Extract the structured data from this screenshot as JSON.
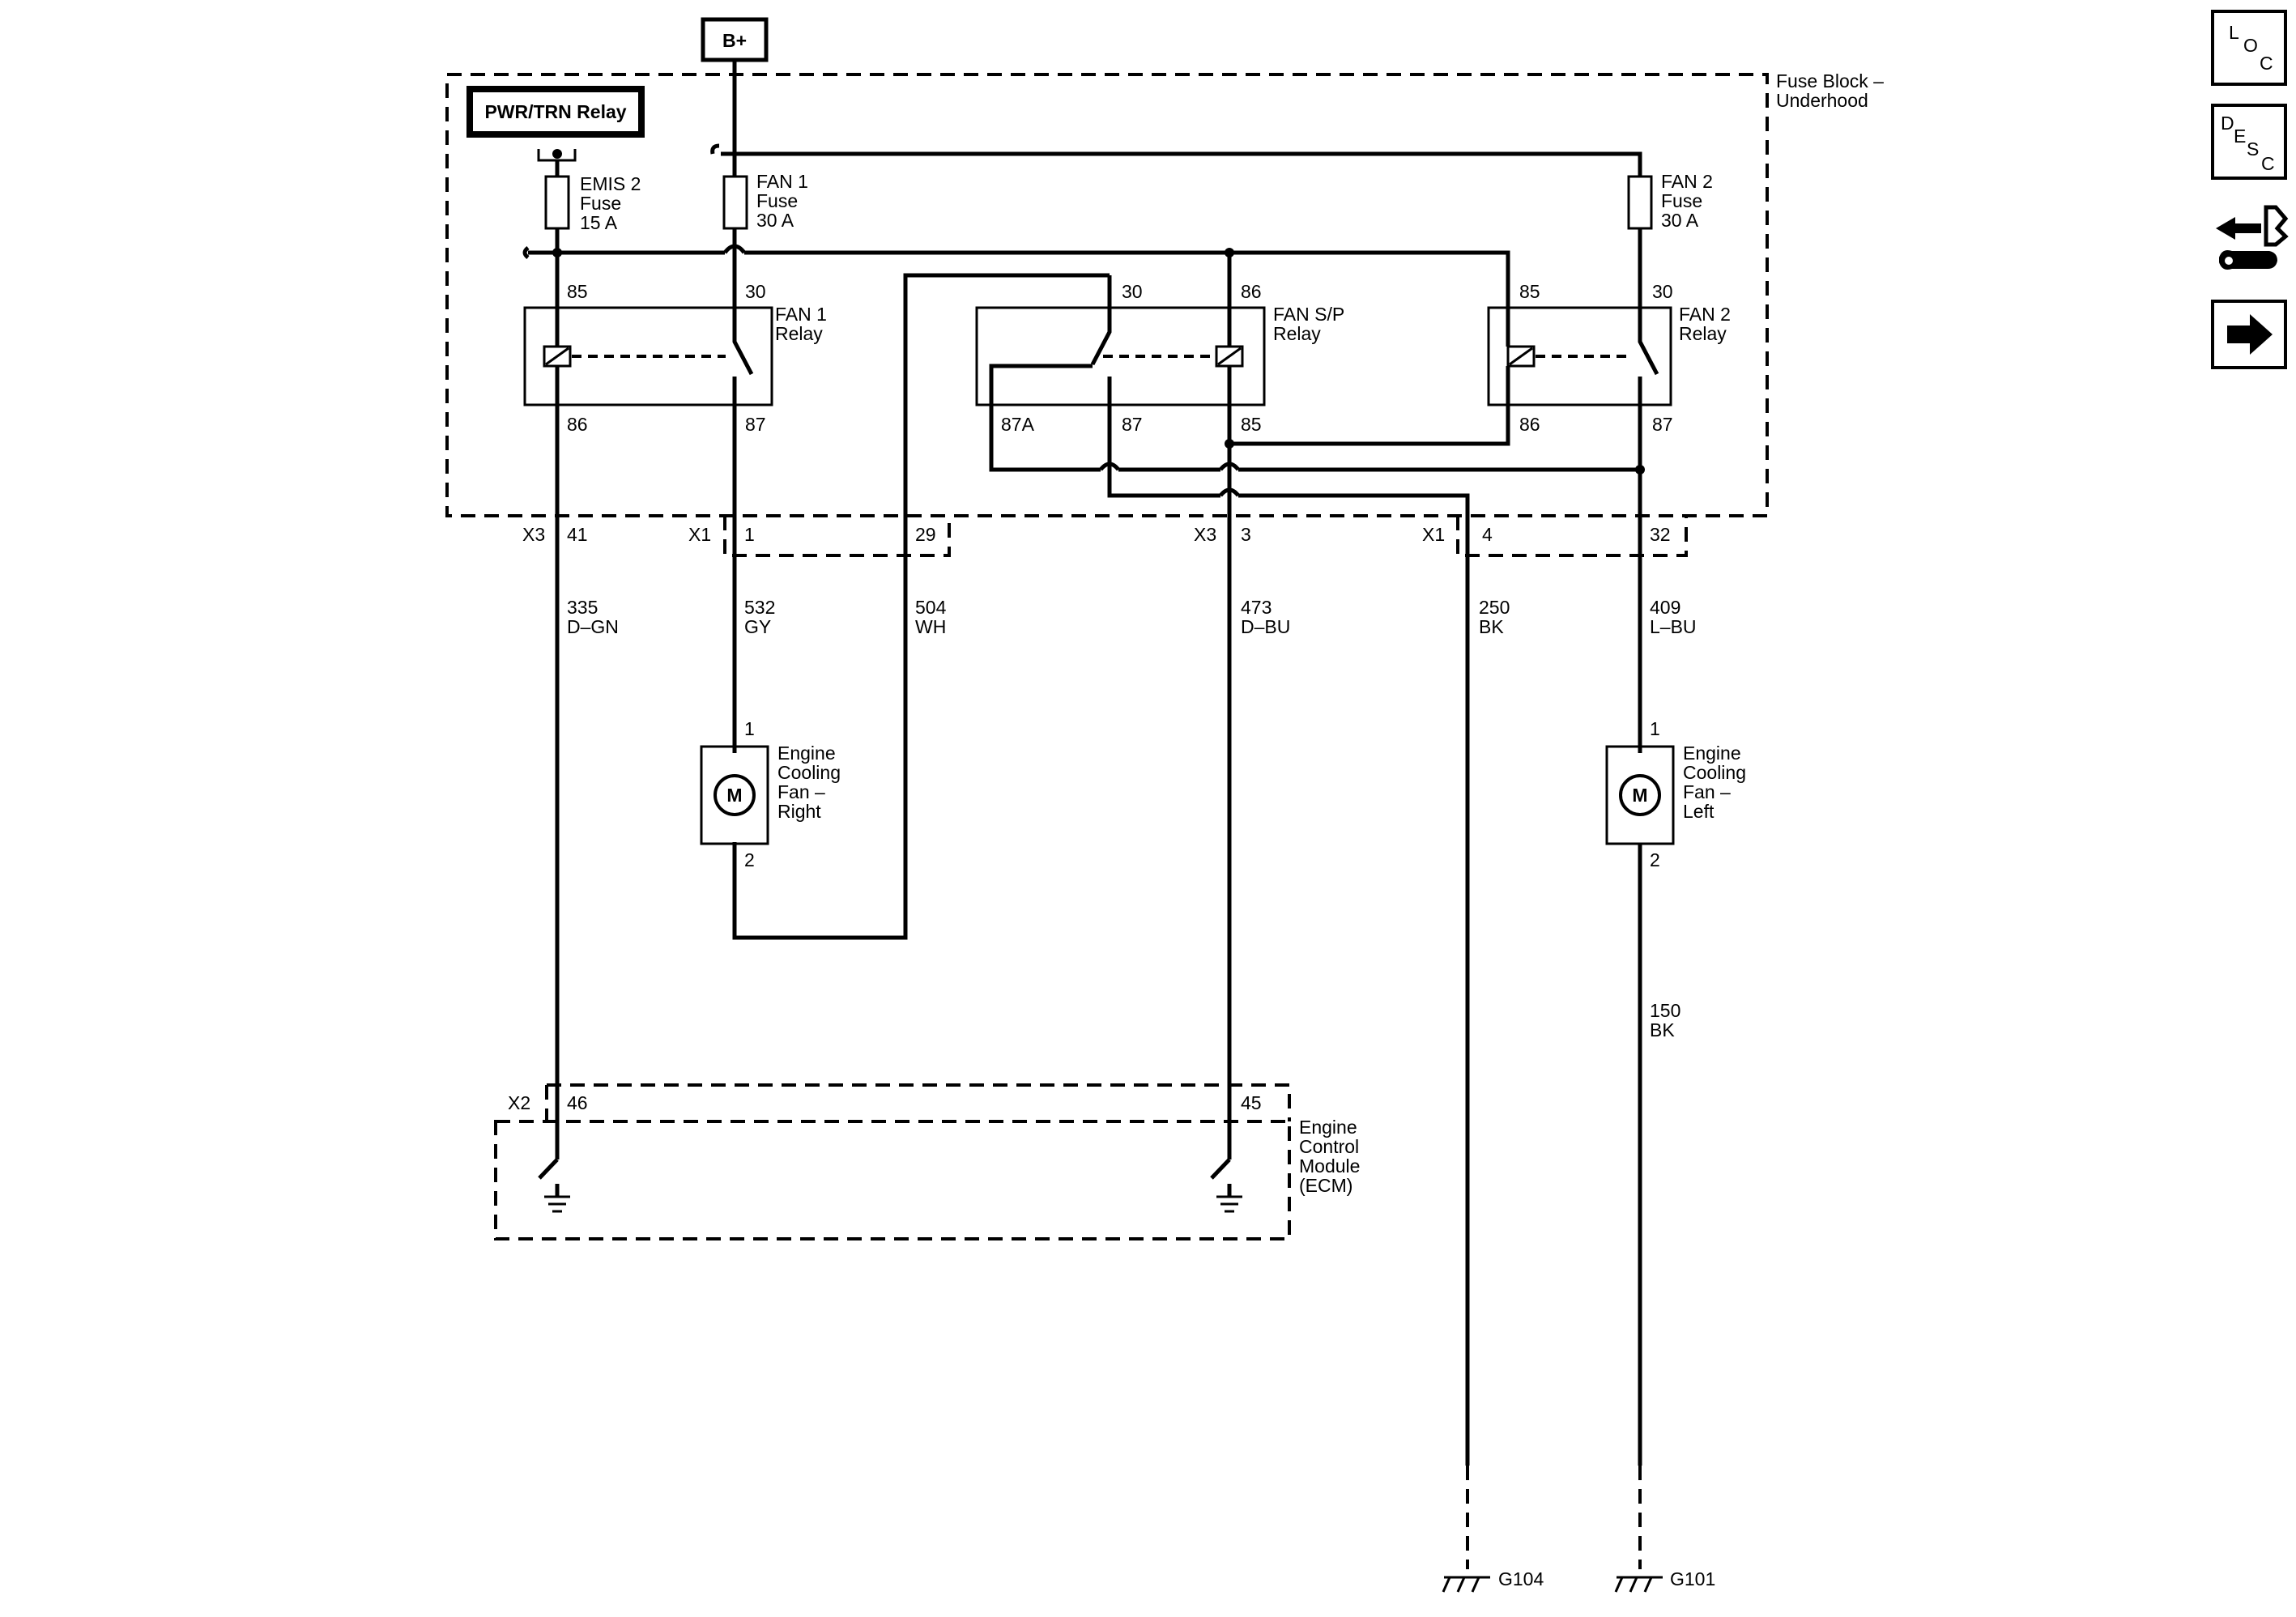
{
  "fuse_block": {
    "name_line1": "Fuse Block –",
    "name_line2": "Underhood"
  },
  "supply": {
    "label": "B+"
  },
  "pwr_trn_relay": {
    "label": "PWR/TRN Relay"
  },
  "fuses": {
    "emis2": {
      "line1": "EMIS 2",
      "line2": "Fuse",
      "line3": "15 A"
    },
    "fan1": {
      "line1": "FAN 1",
      "line2": "Fuse",
      "line3": "30 A"
    },
    "fan2": {
      "line1": "FAN 2",
      "line2": "Fuse",
      "line3": "30 A"
    }
  },
  "relays": {
    "fan1": {
      "line1": "FAN 1",
      "line2": "Relay",
      "pins": {
        "p85": "85",
        "p30": "30",
        "p86": "86",
        "p87": "87"
      }
    },
    "fansp": {
      "line1": "FAN S/P",
      "line2": "Relay",
      "pins": {
        "p30": "30",
        "p86": "86",
        "p87a": "87A",
        "p87": "87",
        "p85": "85"
      }
    },
    "fan2": {
      "line1": "FAN 2",
      "line2": "Relay",
      "pins": {
        "p85": "85",
        "p30": "30",
        "p86": "86",
        "p87": "87"
      }
    }
  },
  "connectors": {
    "x3_41": {
      "conn": "X3",
      "pin": "41"
    },
    "x1_1": {
      "conn": "X1",
      "pin": "1"
    },
    "x1_29": {
      "pin": "29"
    },
    "x3_3": {
      "conn": "X3",
      "pin": "3"
    },
    "x1_4": {
      "conn": "X1",
      "pin": "4"
    },
    "x1_32": {
      "pin": "32"
    },
    "x2_46": {
      "conn": "X2",
      "pin": "46"
    },
    "x2_45": {
      "pin": "45"
    }
  },
  "wires": {
    "w335": {
      "circuit": "335",
      "color": "D–GN"
    },
    "w532": {
      "circuit": "532",
      "color": "GY"
    },
    "w504": {
      "circuit": "504",
      "color": "WH"
    },
    "w473": {
      "circuit": "473",
      "color": "D–BU"
    },
    "w250": {
      "circuit": "250",
      "color": "BK"
    },
    "w409": {
      "circuit": "409",
      "color": "L–BU"
    },
    "w150": {
      "circuit": "150",
      "color": "BK"
    }
  },
  "motors": {
    "right": {
      "symbol": "M",
      "pin_top": "1",
      "pin_bottom": "2",
      "line1": "Engine",
      "line2": "Cooling",
      "line3": "Fan –",
      "line4": "Right"
    },
    "left": {
      "symbol": "M",
      "pin_top": "1",
      "pin_bottom": "2",
      "line1": "Engine",
      "line2": "Cooling",
      "line3": "Fan –",
      "line4": "Left"
    }
  },
  "ecm": {
    "line1": "Engine",
    "line2": "Control",
    "line3": "Module",
    "line4": "(ECM)"
  },
  "grounds": {
    "g104": "G104",
    "g101": "G101"
  },
  "nav": {
    "loc": {
      "l1": "L",
      "l2": "O",
      "l3": "C"
    },
    "desc": {
      "l1": "D",
      "l2": "E",
      "l3": "S",
      "l4": "C"
    },
    "tools_icon": "connector-tool-icon",
    "next_icon": "right-arrow-icon"
  }
}
